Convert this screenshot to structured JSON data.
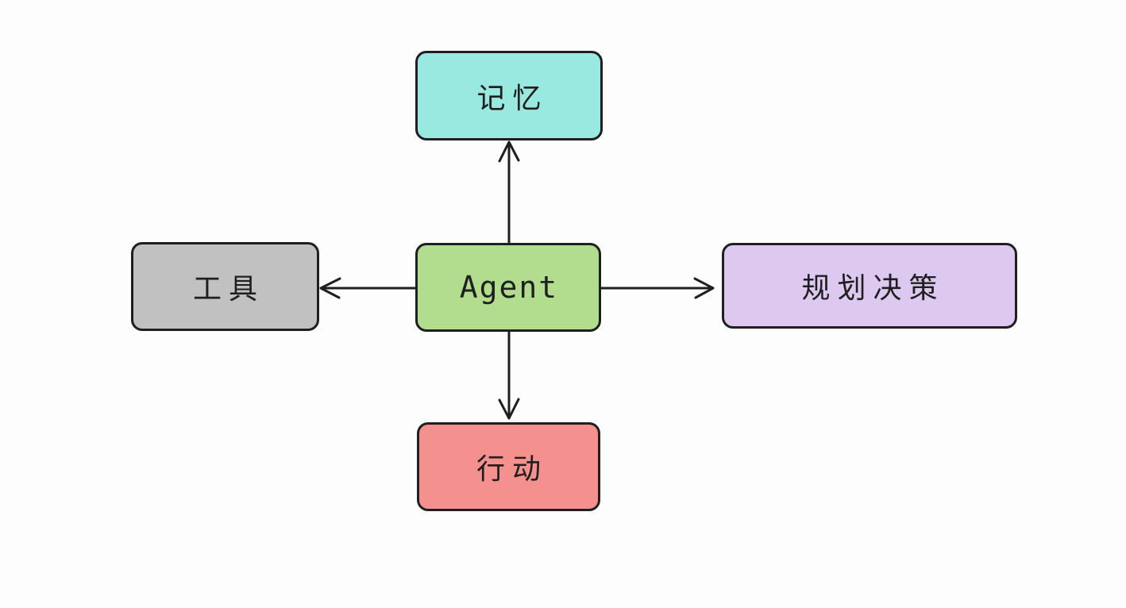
{
  "diagram": {
    "type": "hand-drawn flowchart",
    "background_color": "#fdfdfd",
    "stroke_color": "#1f1f1f",
    "nodes": {
      "agent": {
        "label": "Agent",
        "color": "#b2dc8e",
        "position": "center"
      },
      "memory": {
        "label": "记忆",
        "color": "#9ae9e1",
        "position": "top"
      },
      "tools": {
        "label": "工具",
        "color": "#c2c1c2",
        "position": "left"
      },
      "planning": {
        "label": "规划决策",
        "color": "#ddc9ef",
        "position": "right"
      },
      "action": {
        "label": "行动",
        "color": "#f4918f",
        "position": "bottom"
      }
    },
    "edges": [
      {
        "from": "agent",
        "to": "memory",
        "arrow": "up"
      },
      {
        "from": "agent",
        "to": "tools",
        "arrow": "left"
      },
      {
        "from": "agent",
        "to": "planning",
        "arrow": "right"
      },
      {
        "from": "agent",
        "to": "action",
        "arrow": "down"
      }
    ]
  }
}
